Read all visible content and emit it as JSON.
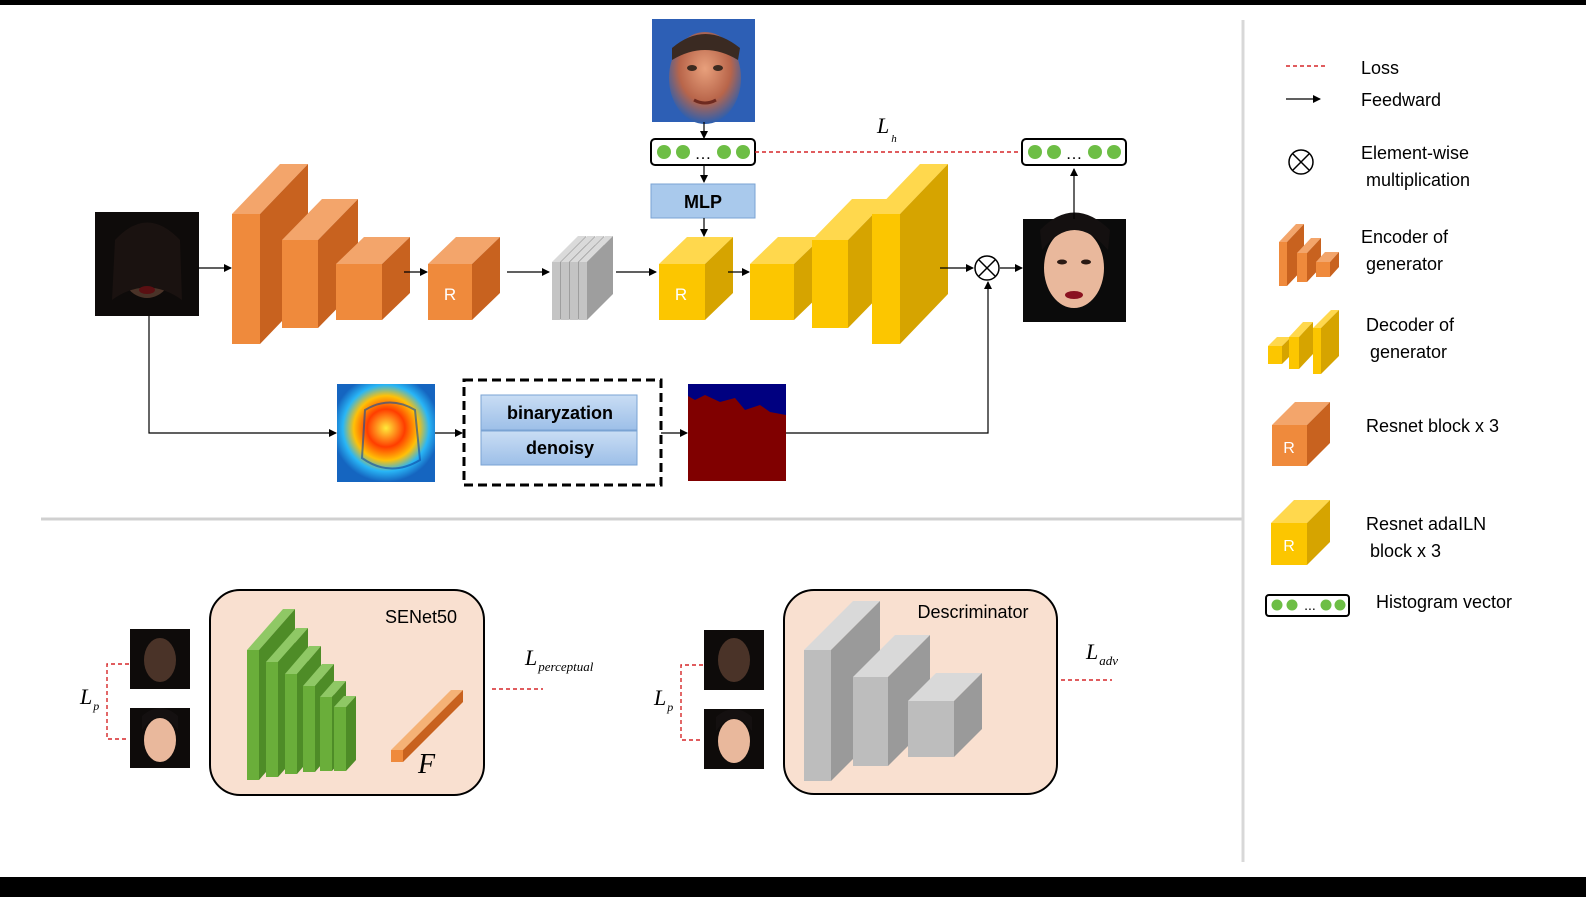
{
  "colors": {
    "encoder": "#E9823C",
    "decoder": "#F8C000",
    "grey_block": "#BDBDBD",
    "mlp_box": "#A9C9EC",
    "loss_line": "#D62728",
    "histogram_dot": "#6DBE45",
    "module_bg": "#F9E0D0",
    "senet_green": "#6AAE3A"
  },
  "generator": {
    "resnet_label": "R",
    "adaln_label": "R",
    "mlp_label": "MLP",
    "histogram_dots_text": "…",
    "loss_h_main": "L",
    "loss_h_sub": "h",
    "binaryzation_label": "binaryzation",
    "denoisy_label": "denoisy"
  },
  "bottom": {
    "senet_title": "SENet50",
    "feature_label": "F",
    "perceptual_main": "L",
    "perceptual_sub": "perceptual",
    "lp_main": "L",
    "lp_sub": "p",
    "discriminator_title": "Descriminator",
    "adv_main": "L",
    "adv_sub": "adv"
  },
  "legend": {
    "loss": "Loss",
    "feedward": "Feedward",
    "elementwise_1": "Element-wise",
    "elementwise_2": "multiplication",
    "encoder_1": "Encoder of",
    "encoder_2": "generator",
    "decoder_1": "Decoder of",
    "decoder_2": "generator",
    "resnet": "Resnet block x 3",
    "resnet_icon_label": "R",
    "adaln_1": "Resnet adaILN",
    "adaln_2": "block x 3",
    "adaln_icon_label": "R",
    "histogram": "Histogram vector",
    "histogram_icon_text": "..."
  }
}
